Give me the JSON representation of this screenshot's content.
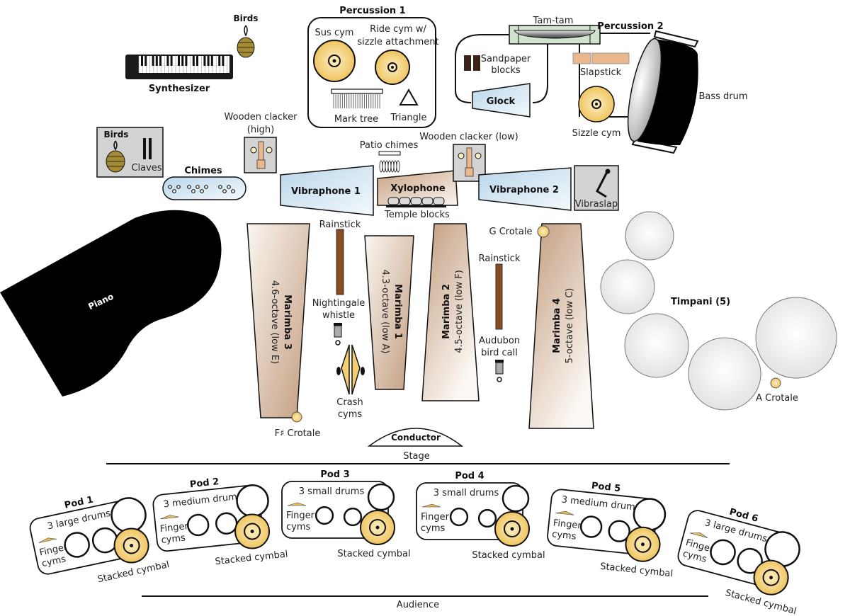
{
  "colors": {
    "outline": "#111111",
    "cymbal_fill": "#f3cf72",
    "cymbal_light": "#fbeec5",
    "vibraphone_fill": "#cfe3f0",
    "marimba_dark": "#c39d80",
    "marimba_light": "#fbf6f1",
    "rainstick": "#8a4a1f",
    "gray_box": "#d3d3d3",
    "tamtam_fill": "#cfe3cf",
    "slapstick": "#e9b98d",
    "timpani_fill": "#ebebeb",
    "piano": "#000000"
  },
  "instruments": {
    "synthesizer": "Synthesizer",
    "birds_top": "Birds",
    "percussion1": {
      "title": "Percussion 1",
      "sus_cym": "Sus cym",
      "ride_cym_line1": "Ride cym w/",
      "ride_cym_line2": "sizzle attachment",
      "mark_tree": "Mark tree",
      "triangle": "Triangle"
    },
    "percussion2": {
      "title": "Percussion 2",
      "tam_tam": "Tam-tam",
      "sandpaper_line1": "Sandpaper",
      "sandpaper_line2": "blocks",
      "glock": "Glock",
      "slapstick": "Slapstick",
      "sizzle_cym": "Sizzle cym",
      "bass_drum": "Bass drum"
    },
    "birds_box": {
      "birds": "Birds",
      "claves": "Claves"
    },
    "chimes": "Chimes",
    "wooden_clacker_high_line1": "Wooden clacker",
    "wooden_clacker_high_line2": "(high)",
    "wooden_clacker_low": "Wooden clacker (low)",
    "patio_chimes": "Patio chimes",
    "vibraphone1": "Vibraphone 1",
    "xylophone": "Xylophone",
    "temple_blocks": "Temple blocks",
    "vibraphone2": "Vibraphone 2",
    "vibraslap": "Vibraslap",
    "piano": "Piano",
    "marimba3": {
      "name": "Marimba 3",
      "desc": "4.6-octave (low E)"
    },
    "marimba1": {
      "name": "Marimba 1",
      "desc": "4.3-octave (low A)"
    },
    "marimba2": {
      "name": "Marimba 2",
      "desc": "4.5-octave (low F)"
    },
    "marimba4": {
      "name": "Marimba 4",
      "desc": "5-octave (low C)"
    },
    "rainstick_left": "Rainstick",
    "rainstick_right": "Rainstick",
    "nightingale_line1": "Nightingale",
    "nightingale_line2": "whistle",
    "crash_line1": "Crash",
    "crash_line2": "cyms",
    "audubon_line1": "Audubon",
    "audubon_line2": "bird call",
    "f_crotale": "F♯ Crotale",
    "g_crotale": "G  Crotale",
    "a_crotale": "A  Crotale",
    "timpani": "Timpani (5)",
    "conductor": "Conductor",
    "stage": "Stage",
    "audience": "Audience"
  },
  "pods": [
    {
      "title": "Pod 1",
      "drums": "3 large drums",
      "finger_line1": "Finger",
      "finger_line2": "cyms",
      "stacked": "Stacked cymbal"
    },
    {
      "title": "Pod 2",
      "drums": "3 medium drums",
      "finger_line1": "Finger",
      "finger_line2": "cyms",
      "stacked": "Stacked cymbal"
    },
    {
      "title": "Pod 3",
      "drums": "3 small drums",
      "finger_line1": "Finger",
      "finger_line2": "cyms",
      "stacked": "Stacked cymbal"
    },
    {
      "title": "Pod 4",
      "drums": "3 small drums",
      "finger_line1": "Finger",
      "finger_line2": "cyms",
      "stacked": "Stacked cymbal"
    },
    {
      "title": "Pod 5",
      "drums": "3 medium drums",
      "finger_line1": "Finger",
      "finger_line2": "cyms",
      "stacked": "Stacked cymbal"
    },
    {
      "title": "Pod 6",
      "drums": "3 large drums",
      "finger_line1": "Finger",
      "finger_line2": "cyms",
      "stacked": "Stacked cymbal"
    }
  ]
}
